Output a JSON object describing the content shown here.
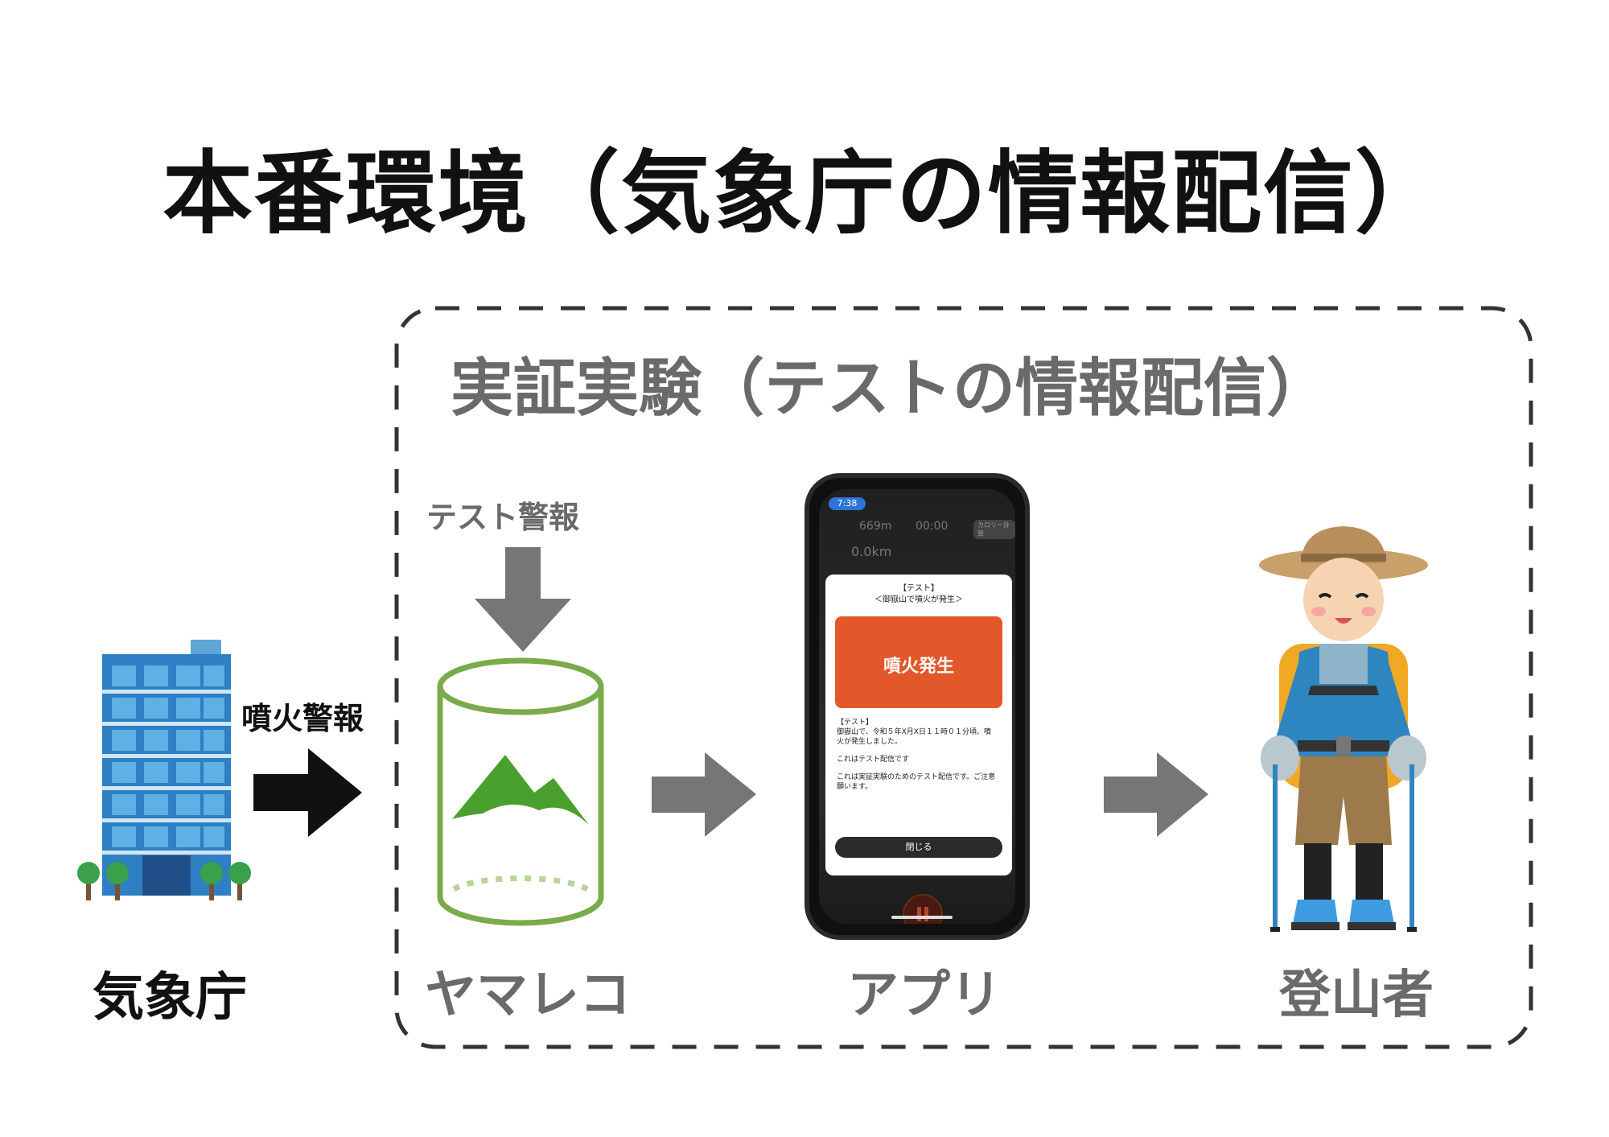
{
  "title": "本番環境（気象庁の情報配信）",
  "experiment_title": "実証実験（テストの情報配信）",
  "test_alert_label": "テスト警報",
  "eruption_alert_label": "噴火警報",
  "nodes": {
    "jma": "気象庁",
    "yamareco": "ヤマレコ",
    "app": "アプリ",
    "climber": "登山者"
  },
  "phone": {
    "status_time": "7:38",
    "stat_altitude": "669m",
    "stat_time": "00:00",
    "stat_button": "カロリー計算",
    "stat_distance": "0.0km",
    "dialog": {
      "tag": "【テスト】",
      "headline": "＜御嶽山で噴火が発生＞",
      "banner": "噴火発生",
      "body_tag": "【テスト】",
      "body_line1": "御嶽山で、令和５年X月X日１１時０１分頃、噴",
      "body_line2": "火が発生しました。",
      "body_line3": "これはテスト配信です",
      "body_line4": "これは実証実験のためのテスト配信です。ご注意",
      "body_line5": "願います。",
      "close_button": "閉じる"
    }
  },
  "colors": {
    "black": "#111111",
    "gray_text": "#6a6a6a",
    "gray_arrow": "#767676",
    "yamareco_green": "#4aa02c",
    "alert_orange": "#e2582b"
  }
}
